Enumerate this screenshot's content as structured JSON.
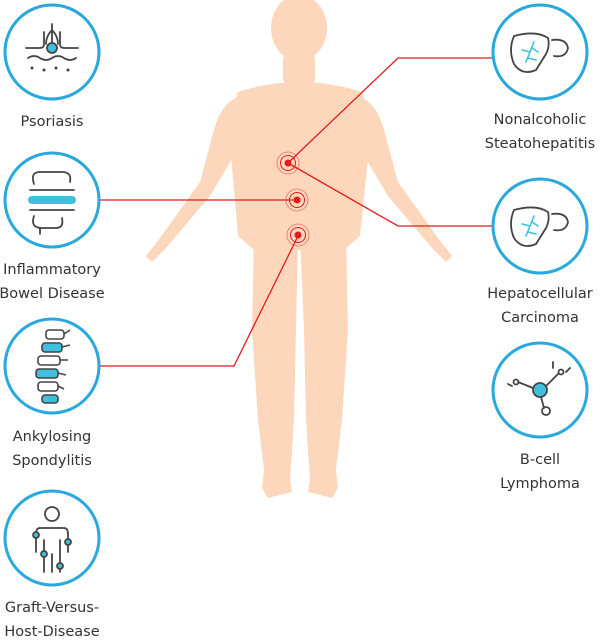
{
  "colors": {
    "body": "#fdd7bc",
    "icon_ring": "#29a8dd",
    "icon_accent": "#3fc0de",
    "icon_stroke": "#444444",
    "connector": "#e21b1b",
    "text": "#333333"
  },
  "diseases": [
    {
      "id": "psoriasis",
      "icon": "skin-follicle-icon",
      "lines": [
        "Psoriasis"
      ]
    },
    {
      "id": "ibd",
      "icon": "intestine-icon",
      "lines": [
        "Inflammatory",
        "Bowel Disease"
      ]
    },
    {
      "id": "as",
      "icon": "spine-icon",
      "lines": [
        "Ankylosing",
        "Spondylitis"
      ]
    },
    {
      "id": "gvhd",
      "icon": "human-joints-icon",
      "lines": [
        "Graft-Versus-",
        "Host-Disease"
      ]
    },
    {
      "id": "nash",
      "icon": "liver-icon",
      "lines": [
        "Nonalcoholic",
        "Steatohepatitis"
      ]
    },
    {
      "id": "hcc",
      "icon": "liver-icon",
      "lines": [
        "Hepatocellular",
        "Carcinoma"
      ]
    },
    {
      "id": "bcl",
      "icon": "b-cell-icon",
      "lines": [
        "B-cell",
        "Lymphoma"
      ]
    }
  ]
}
